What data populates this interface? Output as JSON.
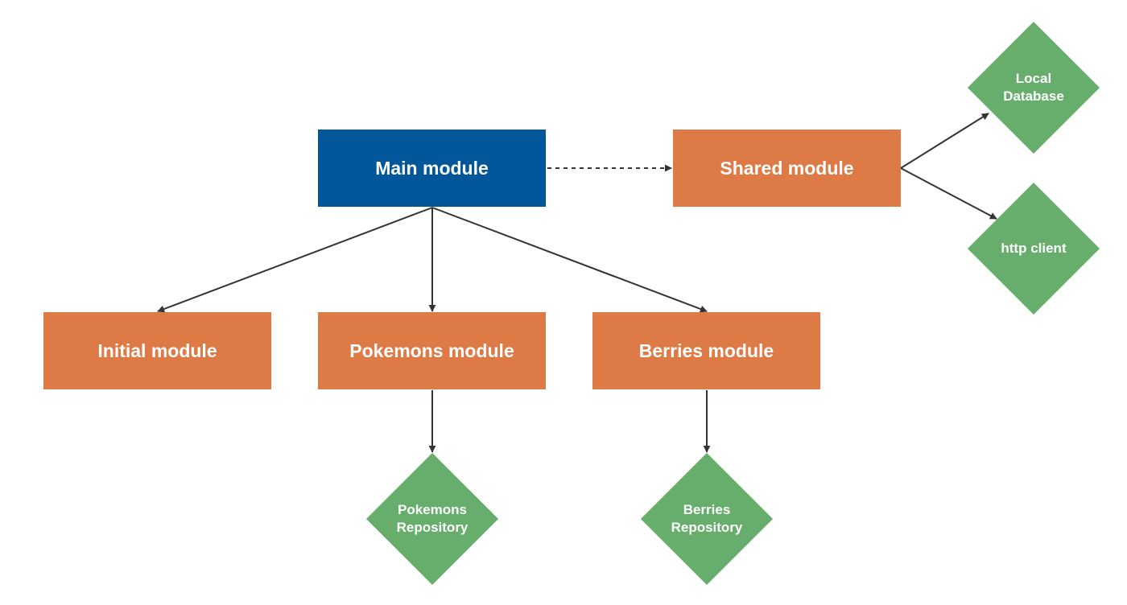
{
  "nodes": {
    "main": {
      "label": "Main module",
      "color": "#02579B"
    },
    "shared": {
      "label": "Shared module",
      "color": "#DD7A45"
    },
    "initial": {
      "label": "Initial module",
      "color": "#DD7A45"
    },
    "pokemons": {
      "label": "Pokemons module",
      "color": "#DD7A45"
    },
    "berries": {
      "label": "Berries module",
      "color": "#DD7A45"
    },
    "local_db": {
      "label": "Local\nDatabase",
      "color": "#67AD6B"
    },
    "http_client": {
      "label": "http client",
      "color": "#67AD6B"
    },
    "pokemons_repo": {
      "label": "Pokemons\nRepository",
      "color": "#67AD6B"
    },
    "berries_repo": {
      "label": "Berries\nRepository",
      "color": "#67AD6B"
    }
  },
  "edges": [
    {
      "from": "main",
      "to": "shared",
      "style": "dashed"
    },
    {
      "from": "main",
      "to": "initial",
      "style": "solid"
    },
    {
      "from": "main",
      "to": "pokemons",
      "style": "solid"
    },
    {
      "from": "main",
      "to": "berries",
      "style": "solid"
    },
    {
      "from": "shared",
      "to": "local_db",
      "style": "solid"
    },
    {
      "from": "shared",
      "to": "http_client",
      "style": "solid"
    },
    {
      "from": "pokemons",
      "to": "pokemons_repo",
      "style": "solid"
    },
    {
      "from": "berries",
      "to": "berries_repo",
      "style": "solid"
    }
  ],
  "edge_color": "#333333"
}
